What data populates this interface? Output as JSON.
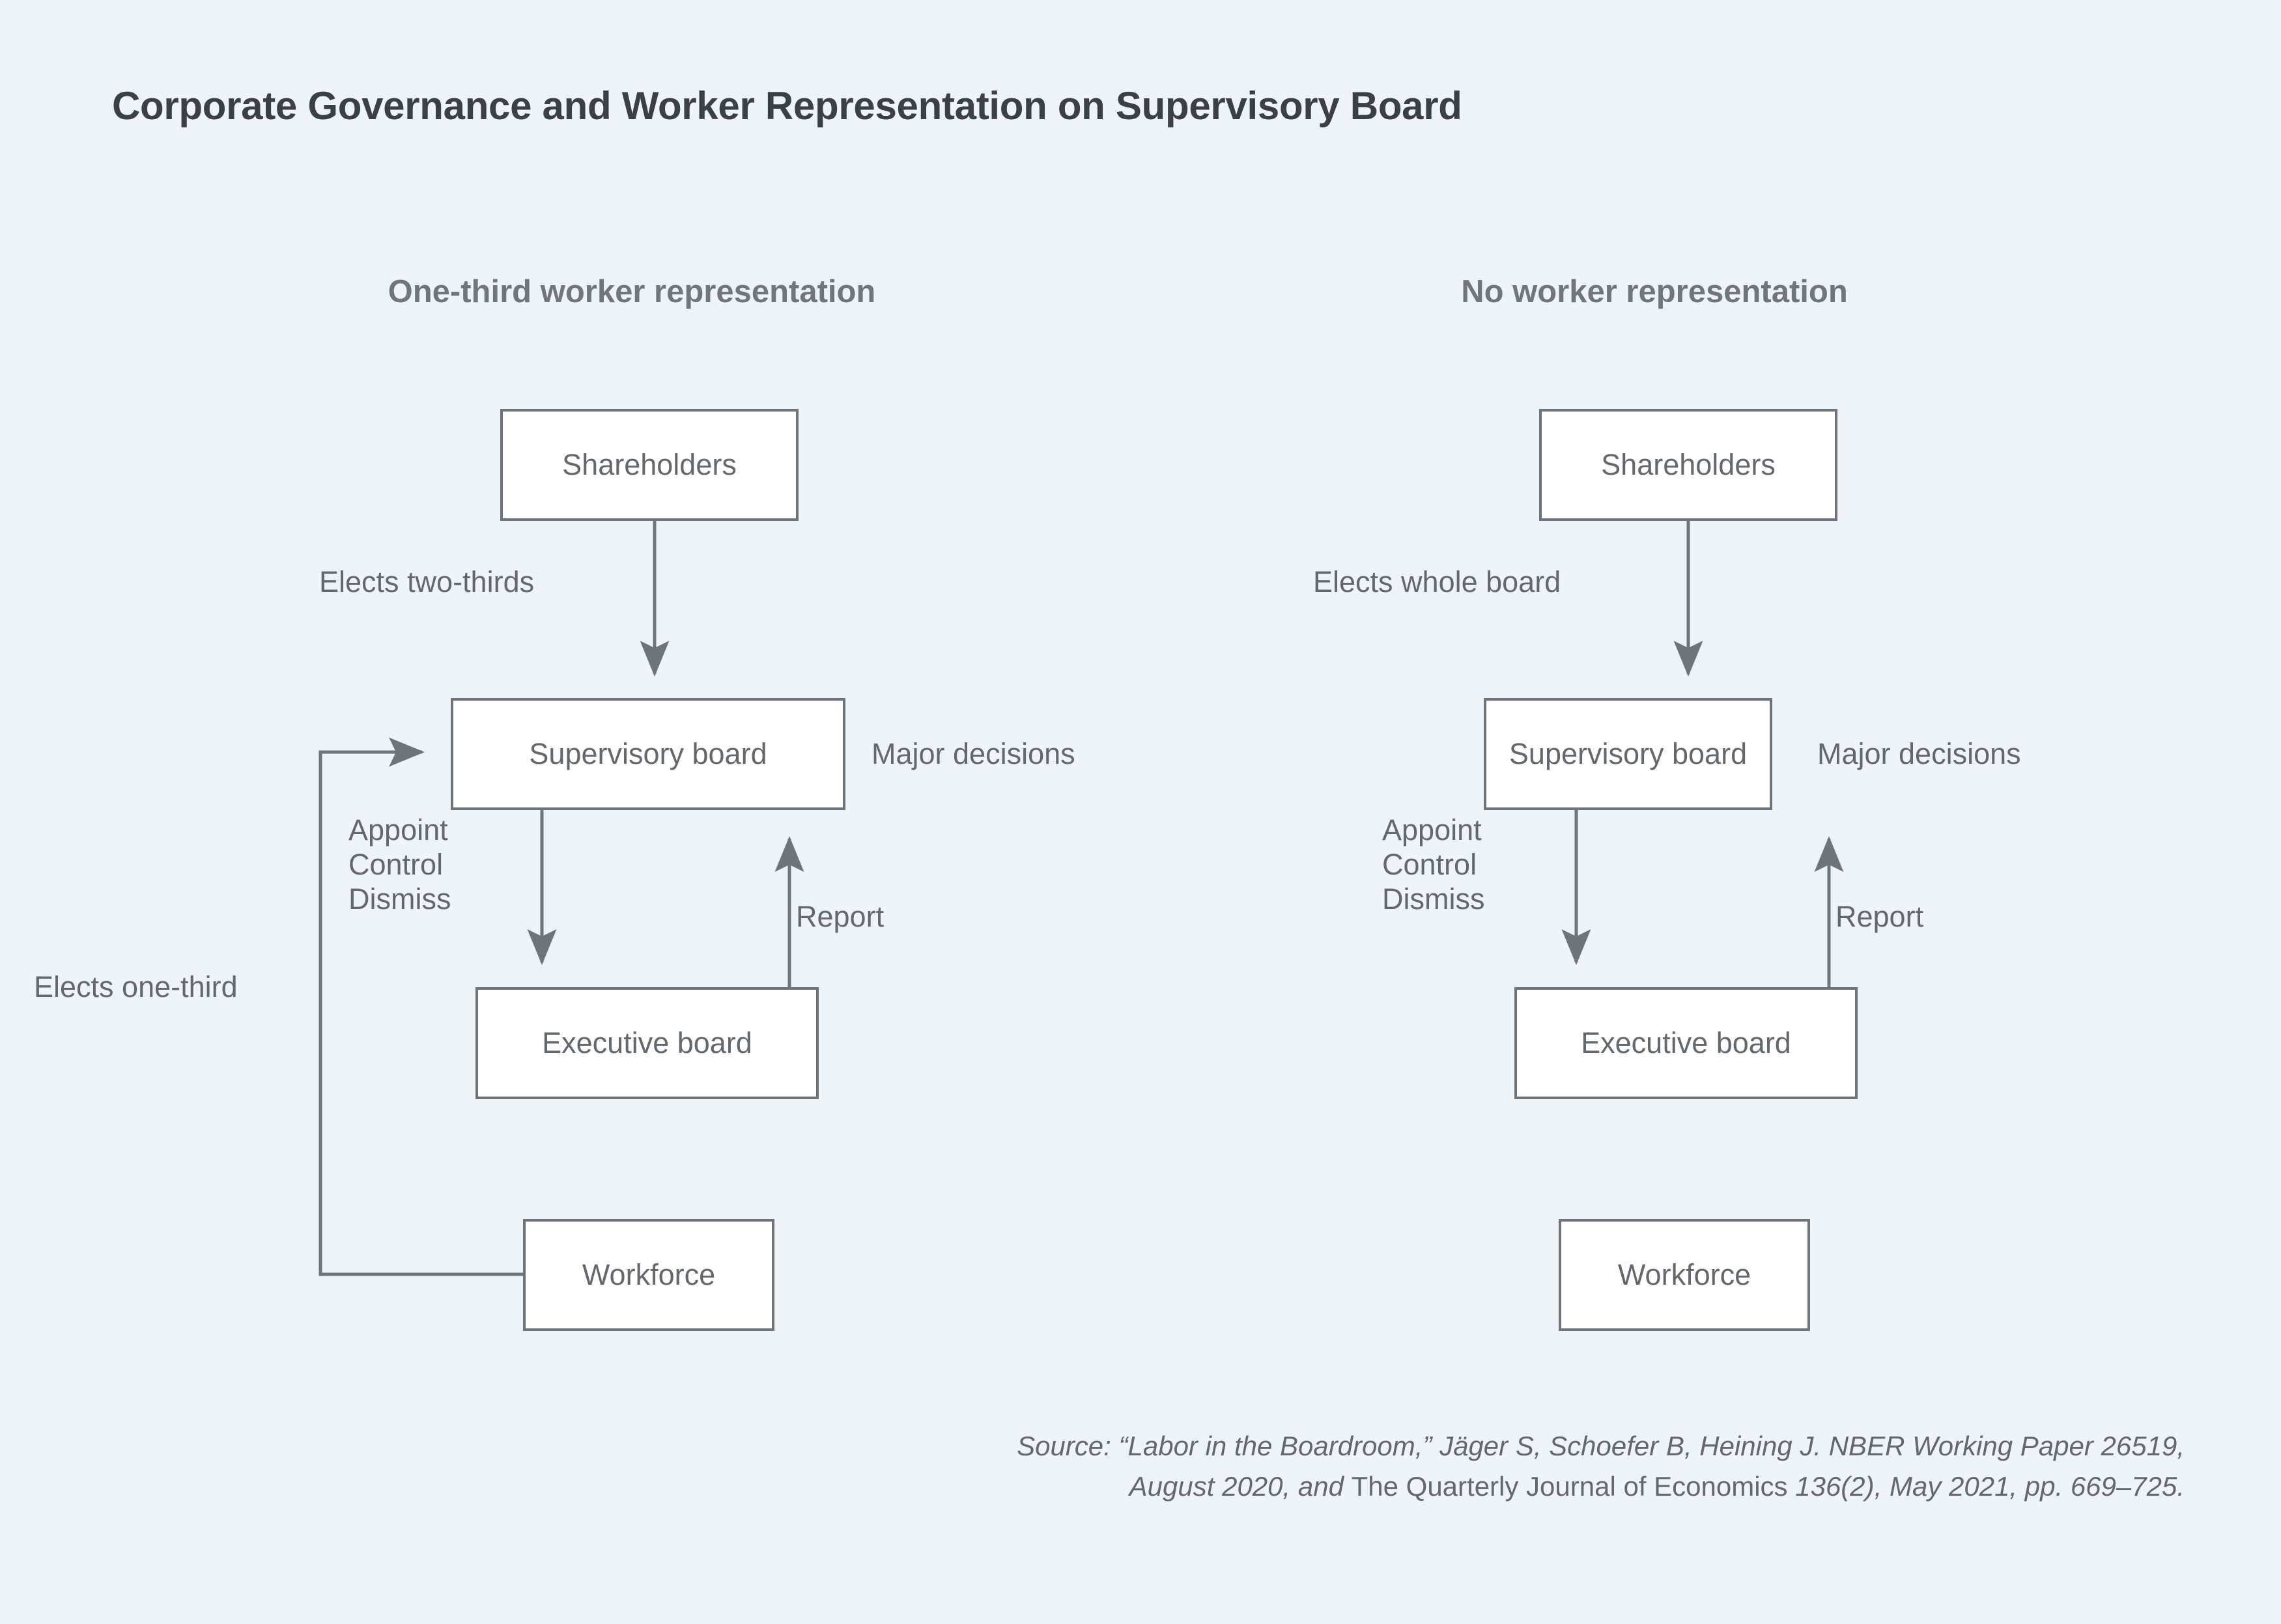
{
  "title": "Corporate Governance and Worker Representation on Supervisory Board",
  "colors": {
    "background": "#eff4f9",
    "box_fill": "#ffffff",
    "stroke": "#6e747a",
    "text": "#63686d",
    "title_text": "#3b4045",
    "heading_text": "#70767c"
  },
  "panels": [
    {
      "id": "one-third",
      "heading": "One-third worker representation",
      "nodes": {
        "shareholders": "Shareholders",
        "supervisory": "Supervisory board",
        "executive": "Executive board",
        "workforce": "Workforce"
      },
      "edge_labels": {
        "elects_board": "Elects two-thirds",
        "major_decisions": "Major decisions",
        "appoint": "Appoint",
        "control": "Control",
        "dismiss": "Dismiss",
        "report": "Report",
        "elects_worker_share": "Elects one-third"
      }
    },
    {
      "id": "none",
      "heading": "No worker representation",
      "nodes": {
        "shareholders": "Shareholders",
        "supervisory": "Supervisory board",
        "executive": "Executive board",
        "workforce": "Workforce"
      },
      "edge_labels": {
        "elects_board": "Elects whole board",
        "major_decisions": "Major decisions",
        "appoint": "Appoint",
        "control": "Control",
        "dismiss": "Dismiss",
        "report": "Report"
      }
    }
  ],
  "source": {
    "line1_part1": "Source: “Labor in the Boardroom,” Jäger S, Schoefer B, Heining J. NBER Working Paper 26519,",
    "line2_part1": "August 2020, and ",
    "line2_journal": "The Quarterly Journal of Economics",
    "line2_part2": " 136(2), May 2021, pp. 669–725."
  }
}
